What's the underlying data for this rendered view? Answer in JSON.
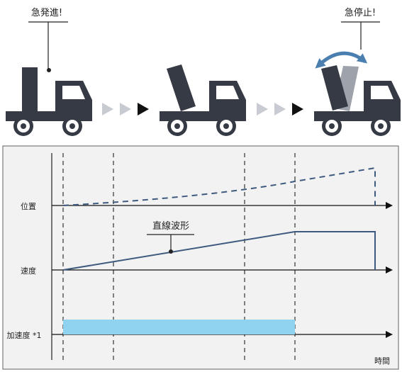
{
  "callouts": {
    "start": "急発進!",
    "stop": "急停止!"
  },
  "graph": {
    "rows": {
      "position": "位置",
      "velocity": "速度",
      "acceleration": "加速度 *1"
    },
    "annotation": "直線波形",
    "time_axis": "時間"
  },
  "colors": {
    "truck": "#353a45",
    "cargo_ghost": "#9ea3ab",
    "swing_arrow": "#4a7fb0",
    "curve": "#3e5a7e",
    "accel_fill": "#8fd3f0",
    "panel_bg": "#f2f2f2",
    "panel_border": "#7a7a7a",
    "arrow_dark": "#111111",
    "arrow_light": "#c8ccd2"
  },
  "icons": [
    "truck-icon",
    "cargo-box-icon",
    "swing-arrow-icon",
    "chevron-right-icon"
  ]
}
